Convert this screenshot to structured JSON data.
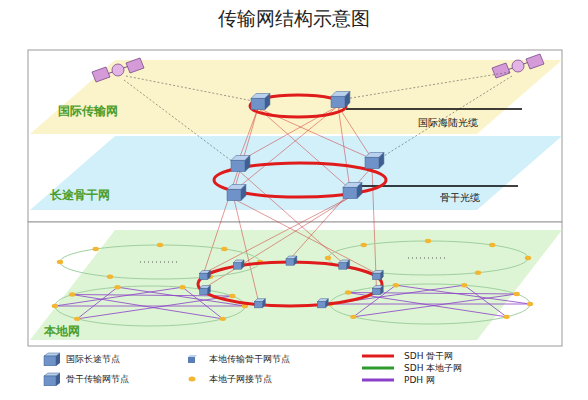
{
  "diagram": {
    "title": "传输网结构示意图",
    "nodes": [
      {
        "text": [
          "国际传输网"
        ]
      },
      {
        "text": [
          "长途骨干网"
        ]
      },
      {
        "text": [
          "本地网"
        ]
      }
    ],
    "labels": [
      "国际海陆光缆",
      "骨干光缆"
    ],
    "legend": [
      {
        "text": "国际长途节点"
      },
      {
        "text": "骨干传输网节点"
      },
      {
        "text": "本地传输骨干网节点"
      },
      {
        "text": "本地子网接节点"
      },
      {
        "text": "SDH 骨干网"
      },
      {
        "text": "SDH 本地子网"
      },
      {
        "text": "PDH 网"
      }
    ]
  }
}
